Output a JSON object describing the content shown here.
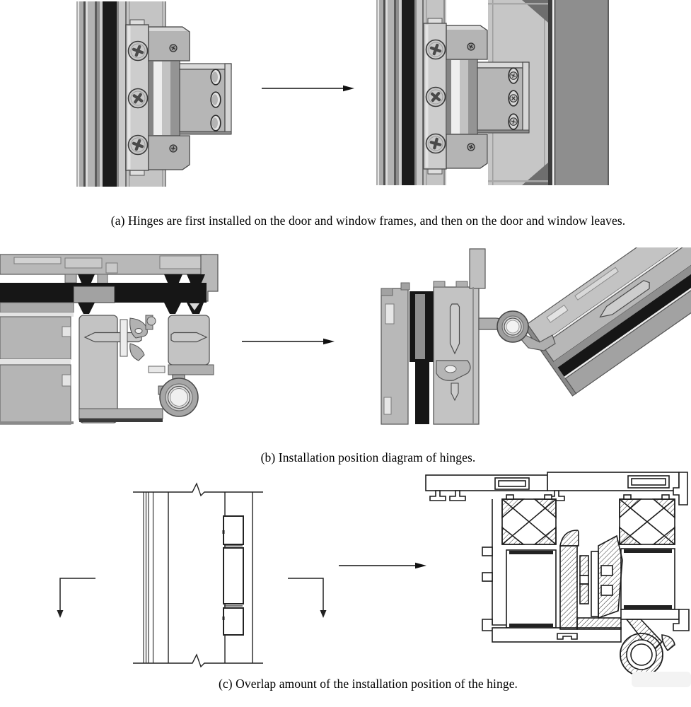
{
  "captions": {
    "a": "(a) Hinges are first installed on the door and window frames, and then on the door and window leaves.",
    "b": "(b) Installation position diagram of hinges.",
    "c": "(c) Overlap amount of the installation position of the hinge."
  },
  "palette": {
    "background": "#ffffff",
    "line_art": "#1c1c1c",
    "profile_gray": "#b5b5b5",
    "profile_light_gray": "#cfcfcf",
    "leaf_slab_gray": "#8e8e8e",
    "gasket_black": "#161616",
    "caption_text": "#000000"
  }
}
